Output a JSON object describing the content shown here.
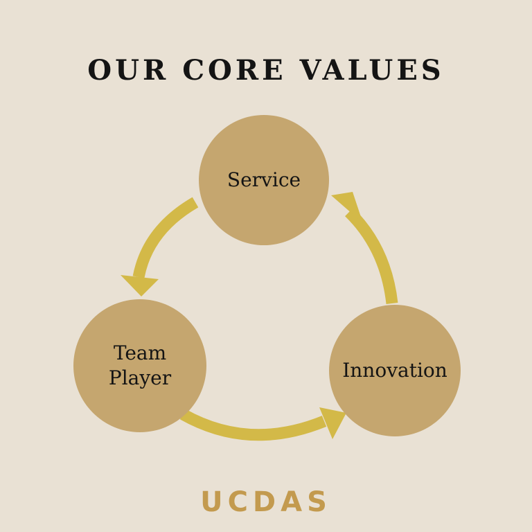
{
  "title": "OUR CORE VALUES",
  "nodes": {
    "service": "Service",
    "team_line1": "Team",
    "team_line2": "Player",
    "innovation": "Innovation"
  },
  "logo": {
    "text": "UCDAS"
  },
  "colors": {
    "background": "#e9e1d4",
    "circle": "#c5a66f",
    "arrow": "#d3b948",
    "text": "#141414",
    "logo": "#c39a4e"
  }
}
